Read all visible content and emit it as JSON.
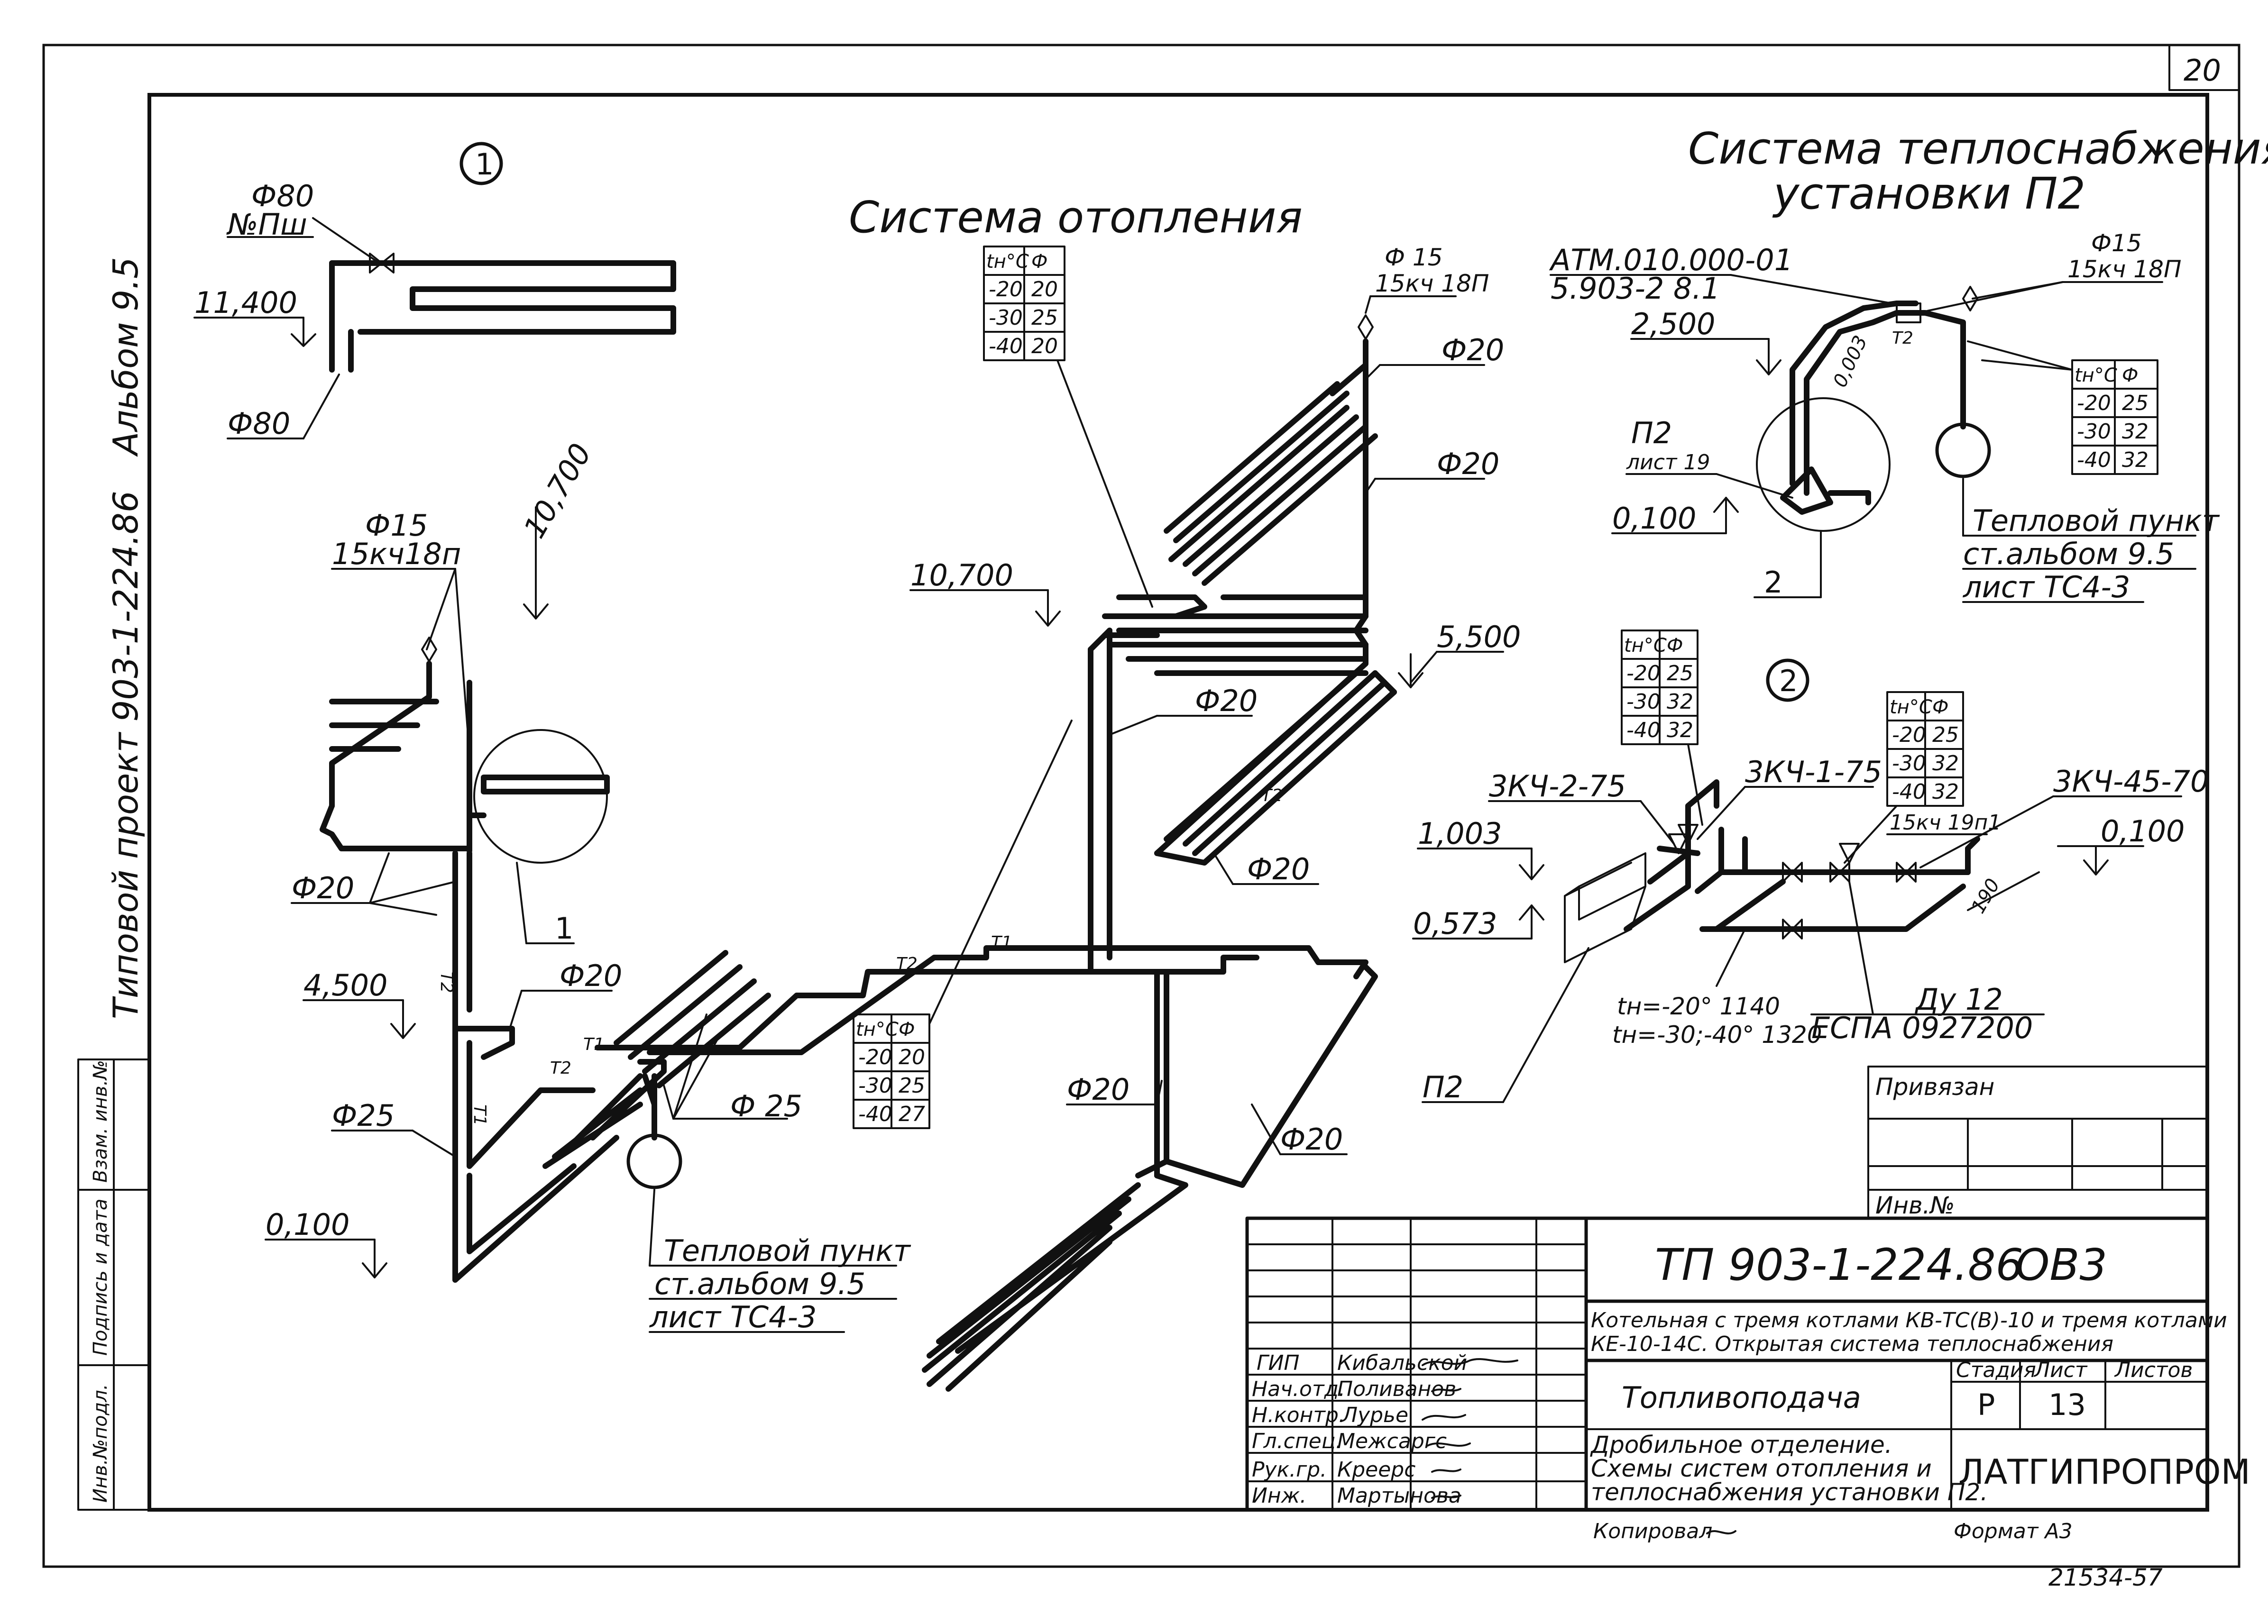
{
  "sheet": {
    "sheet_number_corner": "20",
    "album_label": "Альбом 9.5",
    "project_label": "Типовой проект 903-1-224.86",
    "left_stamp": [
      "Инв.№подл.",
      "Подпись и дата",
      "Взам. инв.№"
    ],
    "copied_by": "Копировал",
    "format": "Формат А3",
    "archive_number": "21534-57"
  },
  "heating_system": {
    "title": "Система отопления",
    "detail_marker": "1",
    "labels": {
      "d80_top": "Ф80",
      "valve_top": "№Пш",
      "el_11400": "11,400",
      "d80_bottom": "Ф80",
      "el_10700_rot": "10,700",
      "d15_left": "Ф15",
      "valve_left": "15кч18п",
      "d20_left": "Ф20",
      "callout_1": "1",
      "el_4500": "4,500",
      "d20_mid": "Ф20",
      "d25_left": "Ф25",
      "el_0100_left": "0,100",
      "d25_mid": "Ф 25",
      "el_10700": "10,700",
      "d15_top": "Ф 15",
      "valve_top2": "15кч 18П",
      "d20_r1": "Ф20",
      "d20_r2": "Ф20",
      "el_5500": "5,500",
      "d20_c": "Ф20",
      "d20_c2": "Ф20",
      "d20_low": "Ф20",
      "d20_low2": "Ф20",
      "pipe_t1": "Т1",
      "pipe_t2": "Т2"
    },
    "table_top": {
      "header": [
        "tн°С",
        "Ф"
      ],
      "rows": [
        [
          "-20",
          "20"
        ],
        [
          "-30",
          "25"
        ],
        [
          "-40",
          "20"
        ]
      ]
    },
    "table_bottom": {
      "header": [
        "tн°С",
        "Ф"
      ],
      "rows": [
        [
          "-20",
          "20"
        ],
        [
          "-30",
          "25"
        ],
        [
          "-40",
          "27"
        ]
      ]
    },
    "heat_point_note": [
      "Тепловой пункт",
      "ст.альбом 9.5",
      "лист ТС4-3"
    ]
  },
  "p2_system": {
    "title_line1": "Система теплоснабжения",
    "title_line2": "установки П2",
    "ref1": "АТМ.010.000-01",
    "ref2": "5.903-2 8.1",
    "d15": "Ф15",
    "valve": "15кч 18П",
    "el_2500": "2,500",
    "p2_ref1": "П2",
    "p2_ref2": "лист 19",
    "el_0100": "0,100",
    "callout_2": "2",
    "slope": "0,003",
    "t2": "Т2",
    "table": {
      "header": [
        "tн°С",
        "Ф"
      ],
      "rows": [
        [
          "-20",
          "25"
        ],
        [
          "-30",
          "32"
        ],
        [
          "-40",
          "32"
        ]
      ]
    },
    "heat_point_note": [
      "Тепловой пункт",
      "ст.альбом 9.5",
      "лист ТС4-3"
    ]
  },
  "detail_2": {
    "marker": "2",
    "table_left": {
      "header": [
        "tн°С",
        "Ф"
      ],
      "rows": [
        [
          "-20",
          "25"
        ],
        [
          "-30",
          "32"
        ],
        [
          "-40",
          "32"
        ]
      ]
    },
    "table_right": {
      "header": [
        "tн°С",
        "Ф"
      ],
      "rows": [
        [
          "-20",
          "25"
        ],
        [
          "-30",
          "32"
        ],
        [
          "-40",
          "32"
        ]
      ]
    },
    "valve_a": "3КЧ-2-75",
    "valve_b": "3КЧ-1-75",
    "valve_c": "3КЧ-45-70",
    "valve_d": "15кч 19п1",
    "el_1003": "1,003",
    "el_0573": "0,573",
    "el_0100": "0,100",
    "dim_190": "190",
    "note_1140": "tн=-20° 1140",
    "note_1320": "tн=-30;-40° 1320",
    "du": "Ду 12",
    "espa": "ЕСПА 0927200",
    "unit": "П2"
  },
  "title_block": {
    "linked_label": "Привязан",
    "inv_label": "Инв.№",
    "doc_code": "ТП 903-1-224.86",
    "doc_mark": "ОВ3",
    "description_line1": "Котельная с тремя котлами КВ-ТС(В)-10 и тремя котлами",
    "description_line2": "КЕ-10-14С. Открытая система теплоснабжения",
    "object": "Топливоподача",
    "sheet_title_line1": "Дробильное отделение.",
    "sheet_title_line2": "Схемы систем отопления и",
    "sheet_title_line3": "теплоснабжения установки П2.",
    "stage_header": "Стадия",
    "sheet_header": "Лист",
    "sheets_header": "Листов",
    "stage": "Р",
    "sheet": "13",
    "sheets": "",
    "organization": "ЛАТГИПРОПРОМ",
    "signatures": [
      {
        "role": "ГИП",
        "name": "Кибальской"
      },
      {
        "role": "Нач.отд.",
        "name": "Поливанов"
      },
      {
        "role": "Н.контр.",
        "name": "Лурье"
      },
      {
        "role": "Гл.спец.",
        "name": "Межсаргс"
      },
      {
        "role": "Рук.гр.",
        "name": "Креерс"
      },
      {
        "role": "Инж.",
        "name": "Мартынова"
      }
    ]
  }
}
